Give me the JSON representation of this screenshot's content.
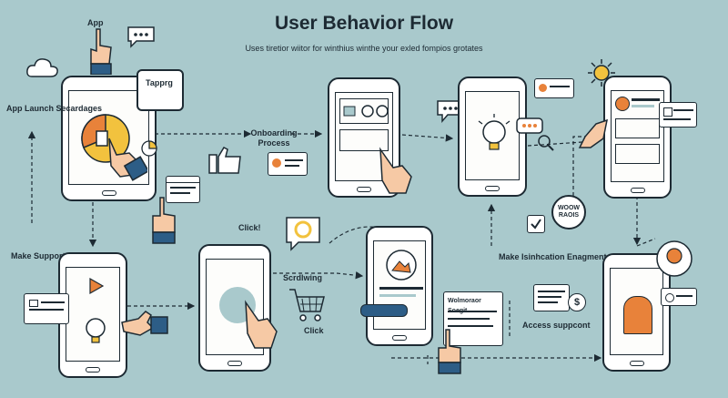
{
  "header": {
    "title": "User Behavior Flow",
    "subtitle": "Uses tiretior wiitor for winthius winthe your exled fompios grotates"
  },
  "labels": {
    "app": "App",
    "tapprg": "Tapprg",
    "app_launch": "App Launch Secardages",
    "onboarding": "Onboarding Process",
    "make_support": "Make Support",
    "click_top": "Click!",
    "scrolling": "Scrdlwing",
    "click_bottom": "Click",
    "make_interaction": "Make Isinhcation Enagment",
    "access_support": "Access suppcont",
    "wow_badge": "WOOW RAOIS",
    "card_title": "Wolmoraor Soegit"
  },
  "colors": {
    "background": "#a9c9cc",
    "ink": "#1d2a33",
    "accent_orange": "#e8823a",
    "accent_yellow": "#f2c23e",
    "skin": "#f6c9a5",
    "sleeve_blue": "#2d5d86",
    "screen_teal": "#a9c9cc"
  },
  "icons": [
    "hand-tap-icon",
    "speech-bubble-icon",
    "cloud-icon",
    "lightbulb-icon",
    "shopping-cart-icon",
    "sun-icon",
    "checkbox-icon",
    "target-ring-icon",
    "chat-dots-icon",
    "person-avatar-icon",
    "magnifier-icon"
  ]
}
